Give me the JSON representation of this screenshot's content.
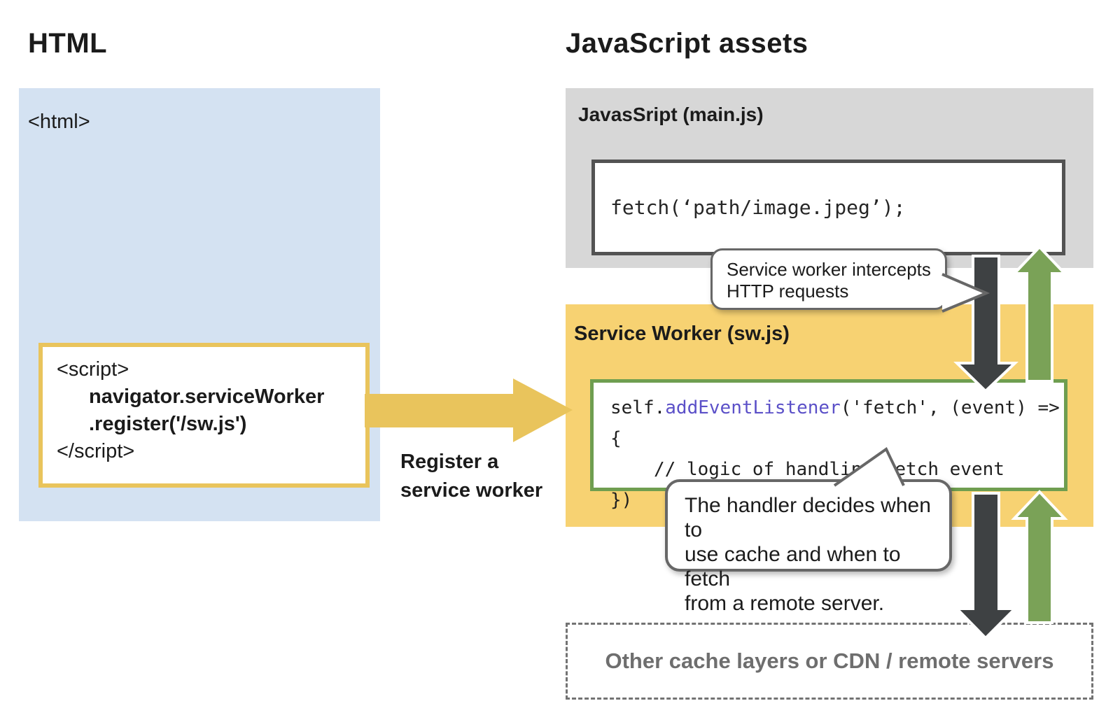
{
  "headings": {
    "left": "HTML",
    "right": "JavaScript assets"
  },
  "html_panel": {
    "tag": "<html>",
    "script_code": [
      "<script>",
      "navigator.serviceWorker",
      ".register('/sw.js')",
      "</script>"
    ]
  },
  "register_label": [
    "Register a",
    "service worker"
  ],
  "mainjs_panel": {
    "title": "JavasSript (main.js)",
    "code": "fetch(‘path/image.jpeg’);"
  },
  "sw_panel": {
    "title": "Service Worker (sw.js)",
    "code": {
      "pre": "self.",
      "keyword": "addEventListener",
      "post": "('fetch', (event) => {",
      "comment": "// logic of handling fetch event",
      "close": "})"
    }
  },
  "bubbles": {
    "intercept": [
      "Service worker intercepts",
      "HTTP requests"
    ],
    "handler": [
      "The handler decides when to",
      "use cache and when to fetch",
      "from a remote server."
    ]
  },
  "cache_panel": {
    "label": "Other cache layers or CDN / remote servers"
  },
  "colors": {
    "blue_panel": "#d4e2f2",
    "gray_panel": "#d7d7d7",
    "yellow_panel": "#f7d272",
    "gold_accent": "#e9c45c",
    "dark_arrow": "#3e4143",
    "green_arrow": "#7aa257",
    "green_border": "#6f9e50",
    "keyword_purple": "#5b50c8",
    "dashed_text": "#6e6e6e"
  }
}
